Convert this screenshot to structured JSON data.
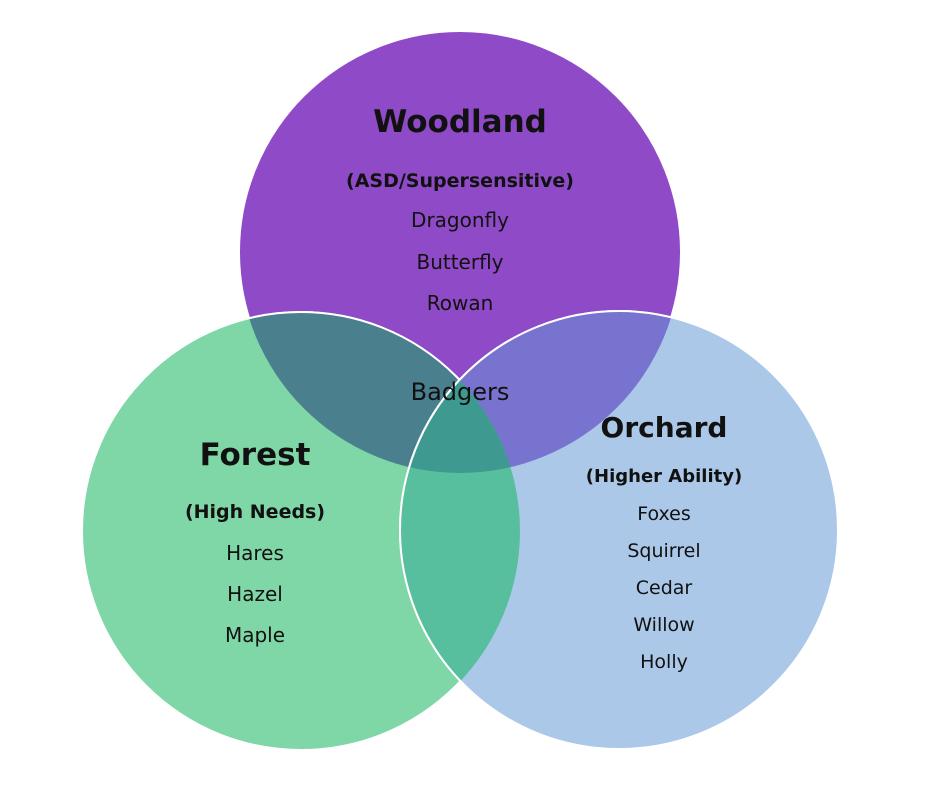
{
  "colors": {
    "woodland": "#8e4ac7",
    "forest": "#7fd6a6",
    "orchard": "#abc8e8",
    "woodland_forest": "#4a7f8e",
    "woodland_orchard": "#7773cf",
    "forest_orchard": "#58bf9e",
    "all_three": "#3e9990"
  },
  "woodland": {
    "title": "Woodland",
    "subtitle": "(ASD/Supersensitive)",
    "items": [
      "Dragonfly",
      "Butterfly",
      "Rowan"
    ]
  },
  "forest": {
    "title": "Forest",
    "subtitle": "(High Needs)",
    "items": [
      "Hares",
      "Hazel",
      "Maple"
    ]
  },
  "orchard": {
    "title": "Orchard",
    "subtitle": "(Higher Ability)",
    "items": [
      "Foxes",
      "Squirrel",
      "Cedar",
      "Willow",
      "Holly"
    ]
  },
  "center": {
    "label": "Badgers"
  }
}
